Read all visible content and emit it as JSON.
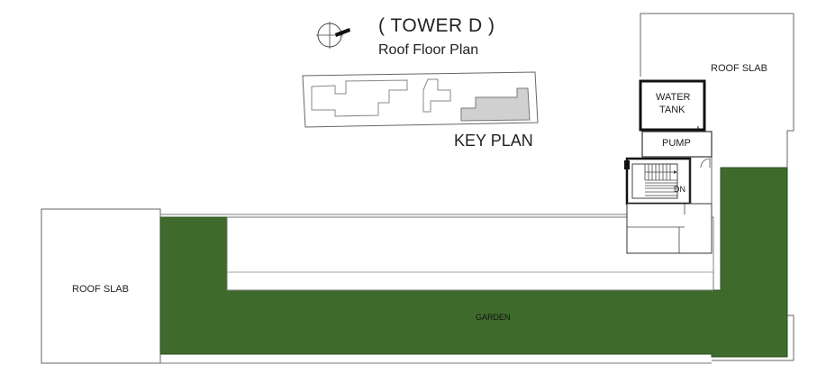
{
  "header": {
    "title": "( TOWER D )",
    "subtitle": "Roof Floor Plan",
    "key_plan_label": "KEY PLAN"
  },
  "rooms": {
    "roof_slab_right": "ROOF SLAB",
    "water_tank_line1": "WATER",
    "water_tank_line2": "TANK",
    "pump": "PUMP",
    "stair_down": "DN",
    "roof_slab_left": "ROOF SLAB",
    "garden": "GARDEN"
  },
  "icons": {
    "north_arrow": "compass-north-icon"
  },
  "colors": {
    "garden": "#3e6b2c",
    "line": "#555555",
    "keyplan_highlight": "#d0d0d0"
  }
}
